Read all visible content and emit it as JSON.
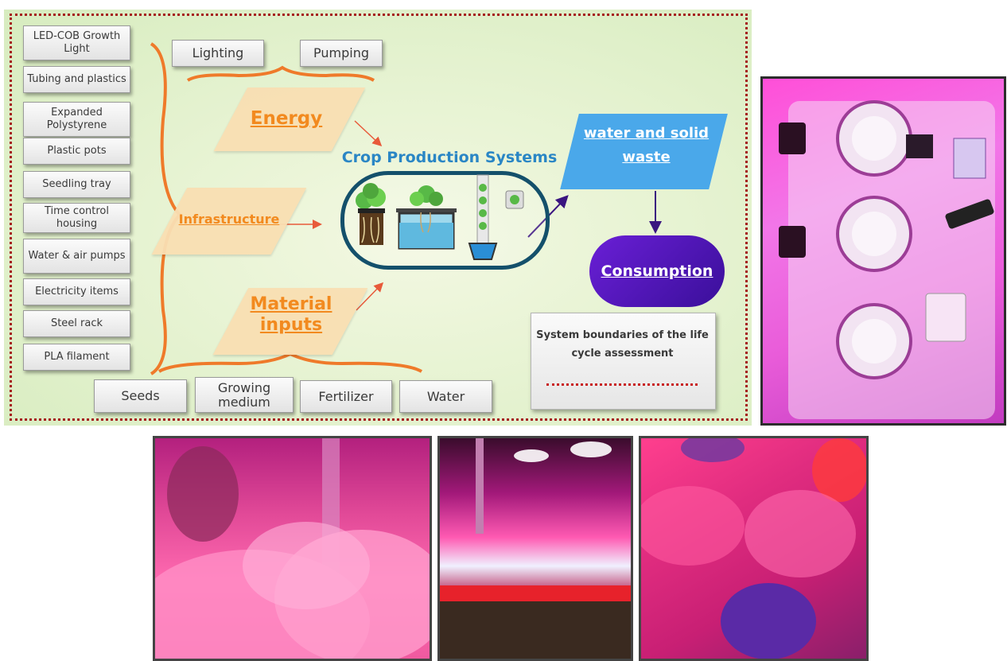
{
  "diagram": {
    "left_items": [
      "LED-COB Growth Light",
      "Tubing and plastics",
      "Expanded Polystyrene",
      "Plastic pots",
      "Seedling tray",
      "Time control housing",
      "Water & air pumps",
      "Electricity items",
      "Steel rack",
      "PLA filament"
    ],
    "top_items": [
      "Lighting",
      "Pumping"
    ],
    "bottom_items": [
      "Seeds",
      "Growing medium",
      "Fertilizer",
      "Water"
    ],
    "energy": "Energy",
    "infrastructure": "Infrastructure",
    "material_inputs": "Material inputs",
    "crop_systems": "Crop Production Systems",
    "waste": "water and solid waste",
    "consumption": "Consumption",
    "legend": "System boundaries of the life cycle assessment"
  },
  "colors": {
    "boundary": "#a51c1c",
    "label_orange": "#f28a1f",
    "crop_title": "#2a86c5",
    "waste_fill": "#4aa8ea",
    "consumption_fill": "#4a14b8"
  }
}
